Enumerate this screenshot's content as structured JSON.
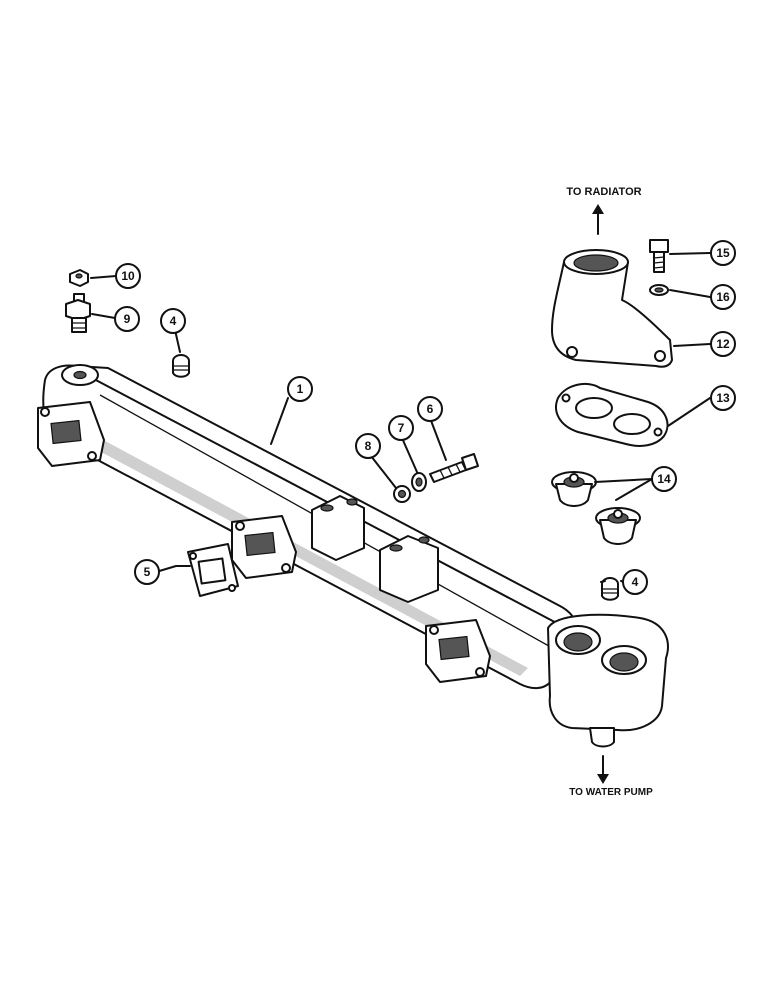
{
  "labels": {
    "to_radiator": "TO RADIATOR",
    "to_water_pump": "TO WATER PUMP"
  },
  "callouts": {
    "c1": "1",
    "c4a": "4",
    "c4b": "4",
    "c5": "5",
    "c6": "6",
    "c7": "7",
    "c8": "8",
    "c9": "9",
    "c10": "10",
    "c12": "12",
    "c13": "13",
    "c14": "14",
    "c15": "15",
    "c16": "16"
  }
}
